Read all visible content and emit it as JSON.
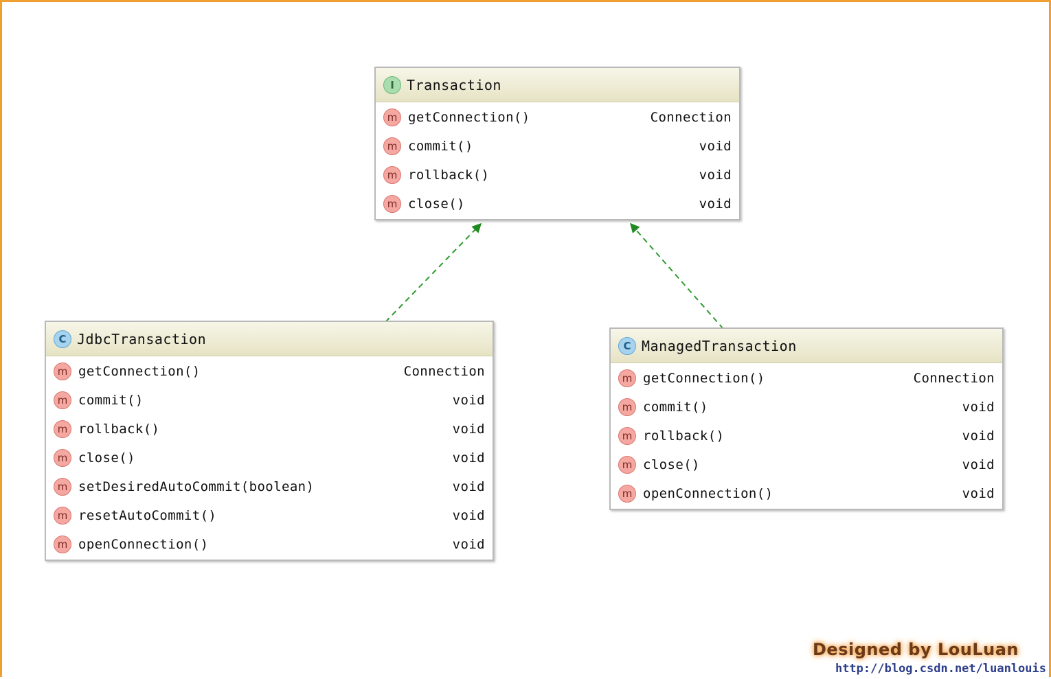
{
  "colors": {
    "frame_border": "#f0a030",
    "header_gradient_top": "#f7f6e8",
    "header_gradient_bottom": "#e6e3c4",
    "realization_arrow": "#2a9a2a",
    "interface_badge": "#a9dcae",
    "class_badge": "#a7d3ef",
    "method_badge": "#f5a8a1"
  },
  "diagram": {
    "relationships": [
      {
        "from": "JdbcTransaction",
        "to": "Transaction",
        "kind": "realization",
        "style": "dashed-green-filled-arrow"
      },
      {
        "from": "ManagedTransaction",
        "to": "Transaction",
        "kind": "realization",
        "style": "dashed-green-filled-arrow"
      }
    ],
    "transaction": {
      "badge": "I",
      "badge_icon": "interface-icon",
      "name": "Transaction",
      "methods": [
        {
          "badge": "m",
          "name": "getConnection()",
          "returns": "Connection"
        },
        {
          "badge": "m",
          "name": "commit()",
          "returns": "void"
        },
        {
          "badge": "m",
          "name": "rollback()",
          "returns": "void"
        },
        {
          "badge": "m",
          "name": "close()",
          "returns": "void"
        }
      ]
    },
    "jdbc": {
      "badge": "C",
      "badge_icon": "class-icon",
      "name": "JdbcTransaction",
      "methods": [
        {
          "badge": "m",
          "name": "getConnection()",
          "returns": "Connection"
        },
        {
          "badge": "m",
          "name": "commit()",
          "returns": "void"
        },
        {
          "badge": "m",
          "name": "rollback()",
          "returns": "void"
        },
        {
          "badge": "m",
          "name": "close()",
          "returns": "void"
        },
        {
          "badge": "m",
          "name": "setDesiredAutoCommit(boolean)",
          "returns": "void"
        },
        {
          "badge": "m",
          "name": "resetAutoCommit()",
          "returns": "void"
        },
        {
          "badge": "m",
          "name": "openConnection()",
          "returns": "void"
        }
      ]
    },
    "managed": {
      "badge": "C",
      "badge_icon": "class-icon",
      "name": "ManagedTransaction",
      "methods": [
        {
          "badge": "m",
          "name": "getConnection()",
          "returns": "Connection"
        },
        {
          "badge": "m",
          "name": "commit()",
          "returns": "void"
        },
        {
          "badge": "m",
          "name": "rollback()",
          "returns": "void"
        },
        {
          "badge": "m",
          "name": "close()",
          "returns": "void"
        },
        {
          "badge": "m",
          "name": "openConnection()",
          "returns": "void"
        }
      ]
    }
  },
  "watermark": {
    "credit": "Designed by LouLuan",
    "url": "http://blog.csdn.net/luanlouis"
  }
}
